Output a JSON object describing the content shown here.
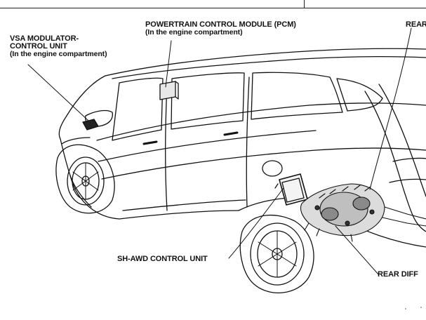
{
  "labels": {
    "vsa_line1": "VSA MODULATOR-",
    "vsa_line2": "CONTROL UNIT",
    "vsa_line3": "(In the engine compartment)",
    "pcm_line1": "POWERTRAIN CONTROL MODULE (PCM)",
    "pcm_line2": "(In the engine compartment)",
    "rear_top": "REAR",
    "shawd": "SH-AWD CONTROL UNIT",
    "rear_diff": "REAR DIFF"
  },
  "colors": {
    "ink": "#111111",
    "paper": "#ffffff"
  }
}
